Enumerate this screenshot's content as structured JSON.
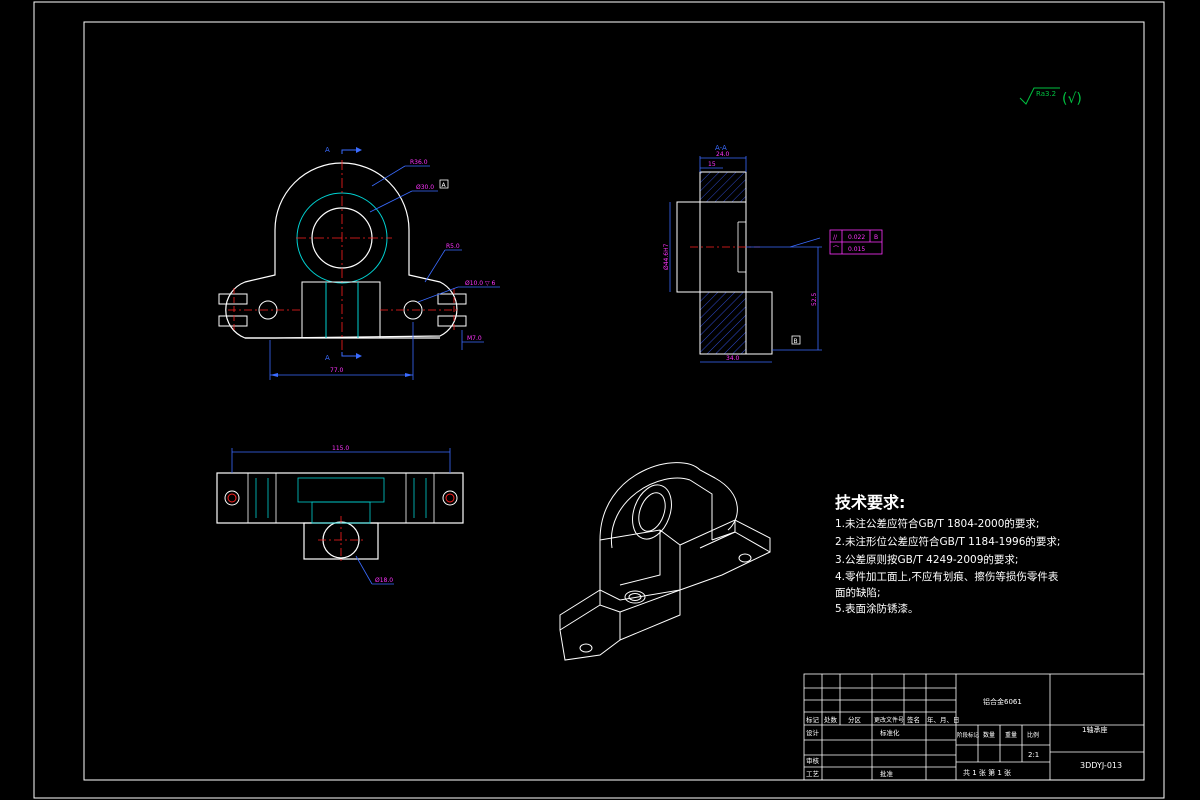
{
  "colors": {
    "background": "#000000",
    "outline": "#ffffff",
    "dimension": "#2a49ff",
    "dimension_text": "#ff33ff",
    "centerline": "#ff2020",
    "hidden": "#00d0d0",
    "hatch": "#3a5cff",
    "roughness": "#00c040"
  },
  "roughness_symbol": {
    "value": "Ra3.2",
    "suffix": "(√)"
  },
  "front_view": {
    "section_letters": [
      "A",
      "A"
    ],
    "dims": {
      "outer_radius": "R36.0",
      "bore": "Ø30.0",
      "fillet": "R5.0",
      "bolt_hole": "Ø10.0 ▽ 6",
      "slot": "M7.0",
      "width": "77.0"
    },
    "datum": "A"
  },
  "section_view": {
    "title": "A-A",
    "dims": {
      "top_width": "24.0",
      "inner": "15",
      "diameter": "Ø44.6H7",
      "height": "52.5",
      "bottom_width": "34.0"
    },
    "tolerance_frame": [
      {
        "symbol": "//",
        "value": "0.022",
        "datum": "B"
      },
      {
        "symbol": "⌒",
        "value": "0.015",
        "datum": ""
      }
    ],
    "datum": "B"
  },
  "top_view": {
    "dims": {
      "overall": "115.0",
      "hole": "Ø18.0"
    }
  },
  "tech_requirements": {
    "title": "技术要求:",
    "items": [
      "1.未注公差应符合GB/T 1804-2000的要求;",
      "2.未注形位公差应符合GB/T 1184-1996的要求;",
      "3.公差原则按GB/T 4249-2009的要求;",
      "4.零件加工面上,不应有划痕、擦伤等损伤零件表",
      "面的缺陷;",
      "5.表面涂防锈漆。"
    ]
  },
  "title_block": {
    "material": "铝合金6061",
    "part_name": "1轴承座",
    "drawing_no": "3DDYJ-013",
    "scale": "2:1",
    "sheets": "共 1 张  第 1 张",
    "header_labels": [
      "标记",
      "处数",
      "分区",
      "更改文件号",
      "签名",
      "年、月、日"
    ],
    "row_design": "设计",
    "row_standard": "标准化",
    "row_review": "审核",
    "row_process": "工艺",
    "row_approve": "批准",
    "stage_labels": [
      "阶段标记",
      "数量",
      "重量",
      "比例"
    ]
  }
}
